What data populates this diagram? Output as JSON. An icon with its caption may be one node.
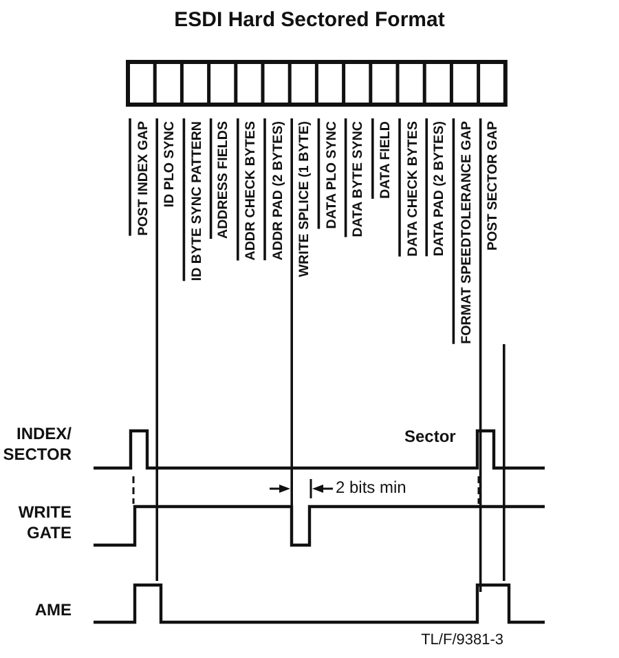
{
  "diagram": {
    "title": "ESDI Hard Sectored Format",
    "labels": [
      "POST INDEX GAP",
      "ID PLO SYNC",
      "ID BYTE SYNC PATTERN",
      "ADDRESS FIELDS",
      "ADDR CHECK BYTES",
      "ADDR PAD (2 BYTES)",
      "WRITE SPLICE (1 BYTE)",
      "DATA PLO SYNC",
      "DATA BYTE SYNC",
      "DATA FIELD",
      "DATA CHECK BYTES",
      "DATA PAD (2 BYTES)",
      "FORMAT SPEEDTOLERANCE GAP",
      "POST SECTOR GAP",
      "INDEX/ SECTOR",
      "Sector",
      "2 bits min",
      "WRITE GATE",
      "AME",
      "TL/F/9381-3"
    ]
  }
}
